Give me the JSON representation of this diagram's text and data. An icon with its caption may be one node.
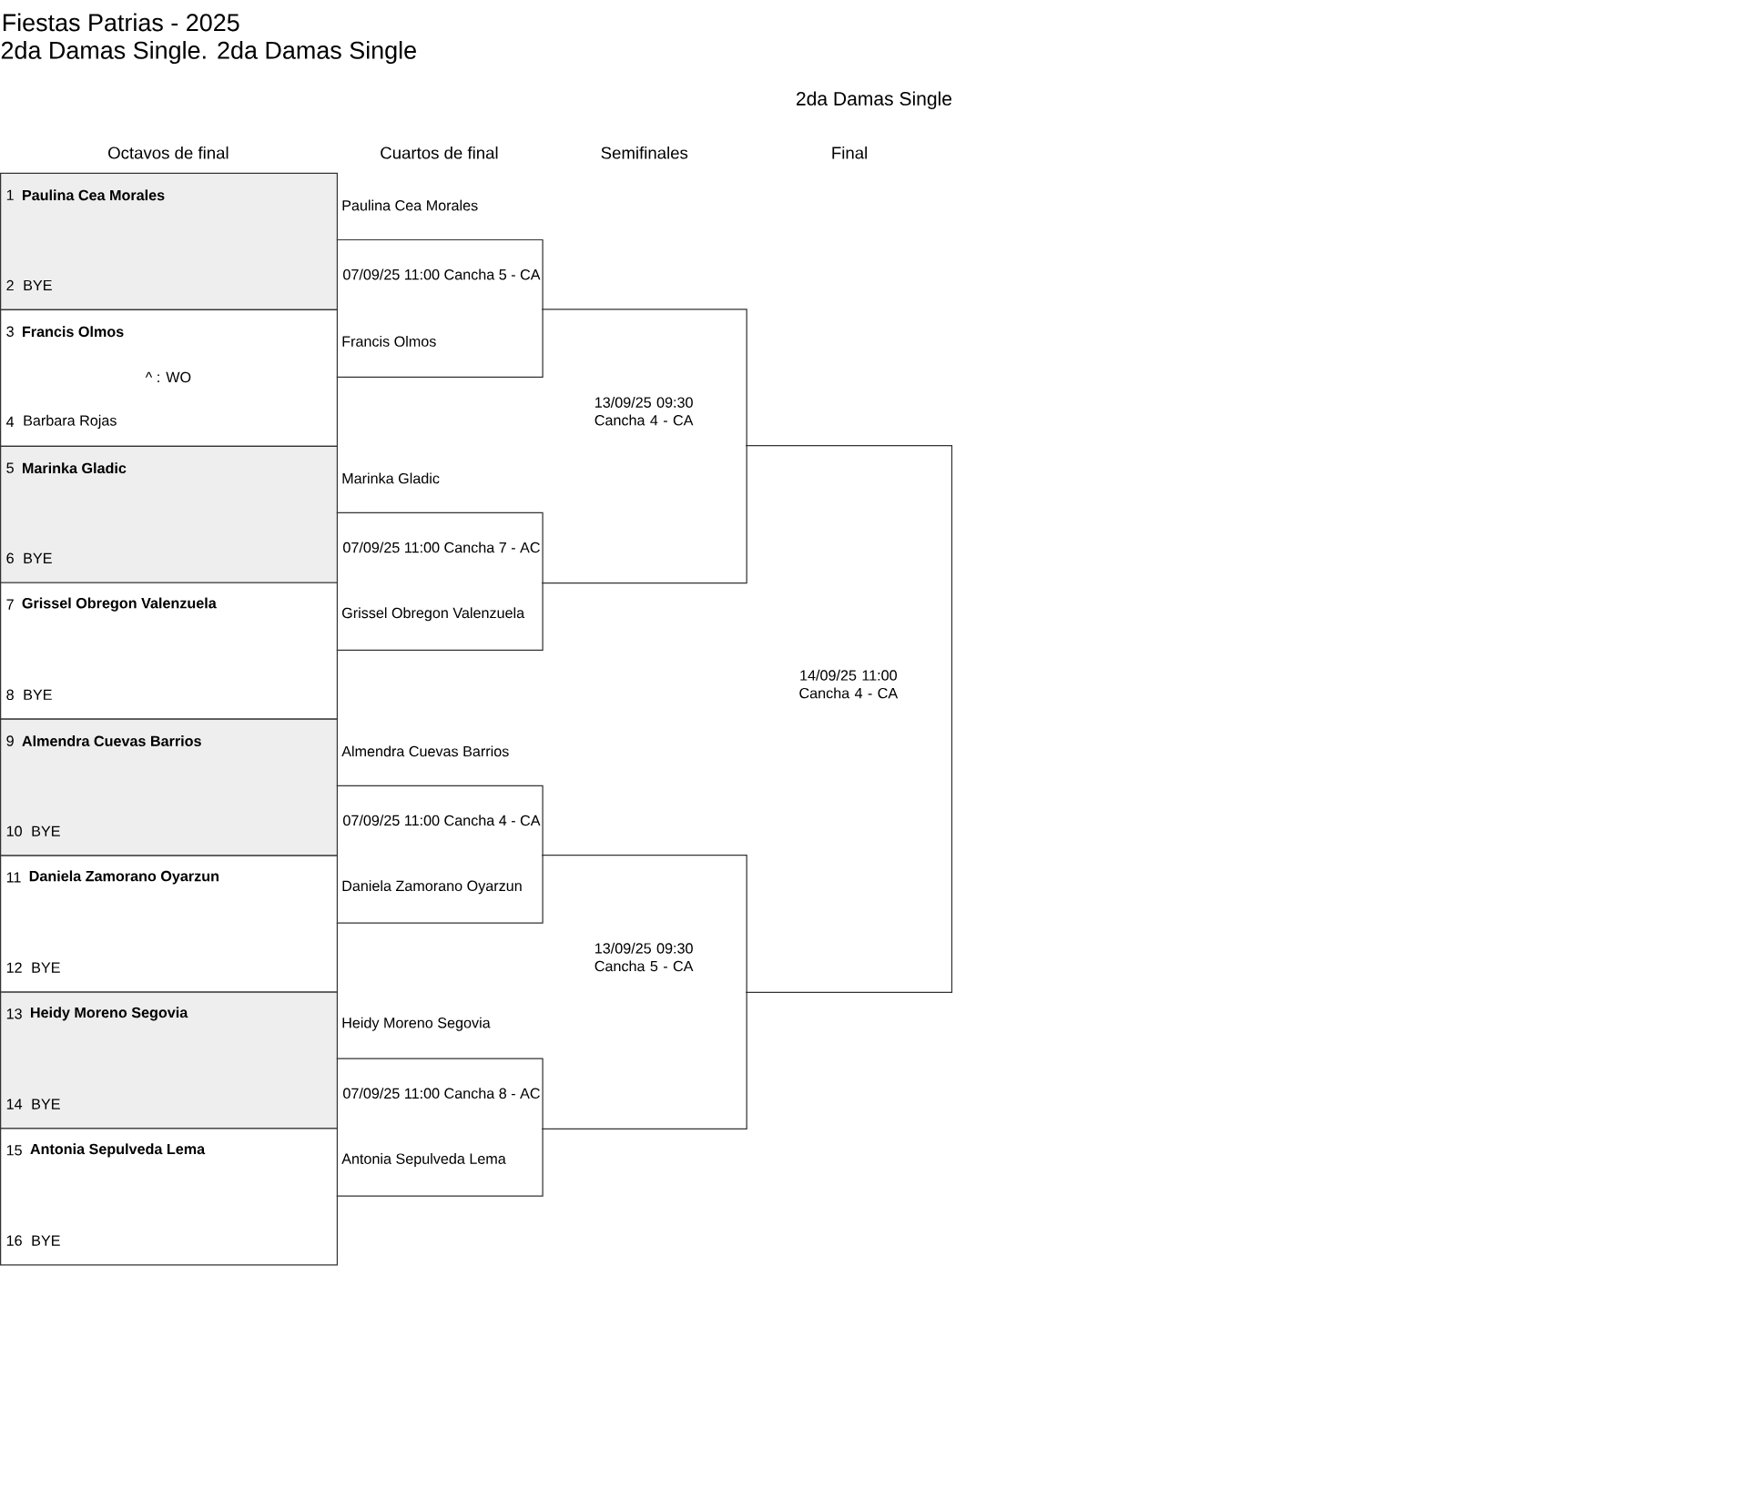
{
  "diagram": {
    "title": "Fiestas Patrias - 2025",
    "nodes": [
      {
        "text": [
          "1",
          "Paulina Cea Morales",
          "2",
          "BYE"
        ]
      },
      {
        "text": [
          "3",
          "Francis Olmos",
          "^ : WO",
          "4",
          "Barbara Rojas"
        ]
      },
      {
        "text": [
          "5",
          "Marinka Gladic",
          "6",
          "BYE"
        ]
      },
      {
        "text": [
          "7",
          "Grissel Obregon Valenzuela",
          "8",
          "BYE"
        ]
      },
      {
        "text": [
          "9",
          "Almendra Cuevas Barrios",
          "10",
          "BYE"
        ]
      },
      {
        "text": [
          "11",
          "Daniela Zamorano Oyarzun",
          "12",
          "BYE"
        ]
      },
      {
        "text": [
          "13",
          "Heidy Moreno Segovia",
          "14",
          "BYE"
        ]
      },
      {
        "text": [
          "15",
          "Antonia Sepulveda Lema",
          "16",
          "BYE"
        ]
      },
      {
        "text": [
          "Paulina Cea Morales",
          "07/09/25 11:00 Cancha 5 - CA",
          "Francis Olmos"
        ]
      },
      {
        "text": [
          "Marinka Gladic",
          "07/09/25 11:00 Cancha 7 - AC",
          "Grissel Obregon Valenzuela"
        ]
      },
      {
        "text": [
          "Almendra Cuevas Barrios",
          "07/09/25 11:00 Cancha 4 - CA",
          "Daniela Zamorano Oyarzun"
        ]
      },
      {
        "text": [
          "Heidy Moreno Segovia",
          "07/09/25 11:00 Cancha 8 - AC",
          "Antonia Sepulveda Lema"
        ]
      },
      {
        "text": [
          "13/09/25 09:30 Cancha 4 - CA"
        ]
      },
      {
        "text": [
          "13/09/25 09:30 Cancha 5 - CA"
        ]
      },
      {
        "text": [
          "14/09/25 11:00 Cancha 4 - CA"
        ]
      }
    ],
    "labels": [
      "2da Damas Single. 2da Damas Single",
      "2da Damas Single",
      "Octavos de final",
      "Cuartos de final",
      "Semifinales",
      "Final"
    ]
  }
}
